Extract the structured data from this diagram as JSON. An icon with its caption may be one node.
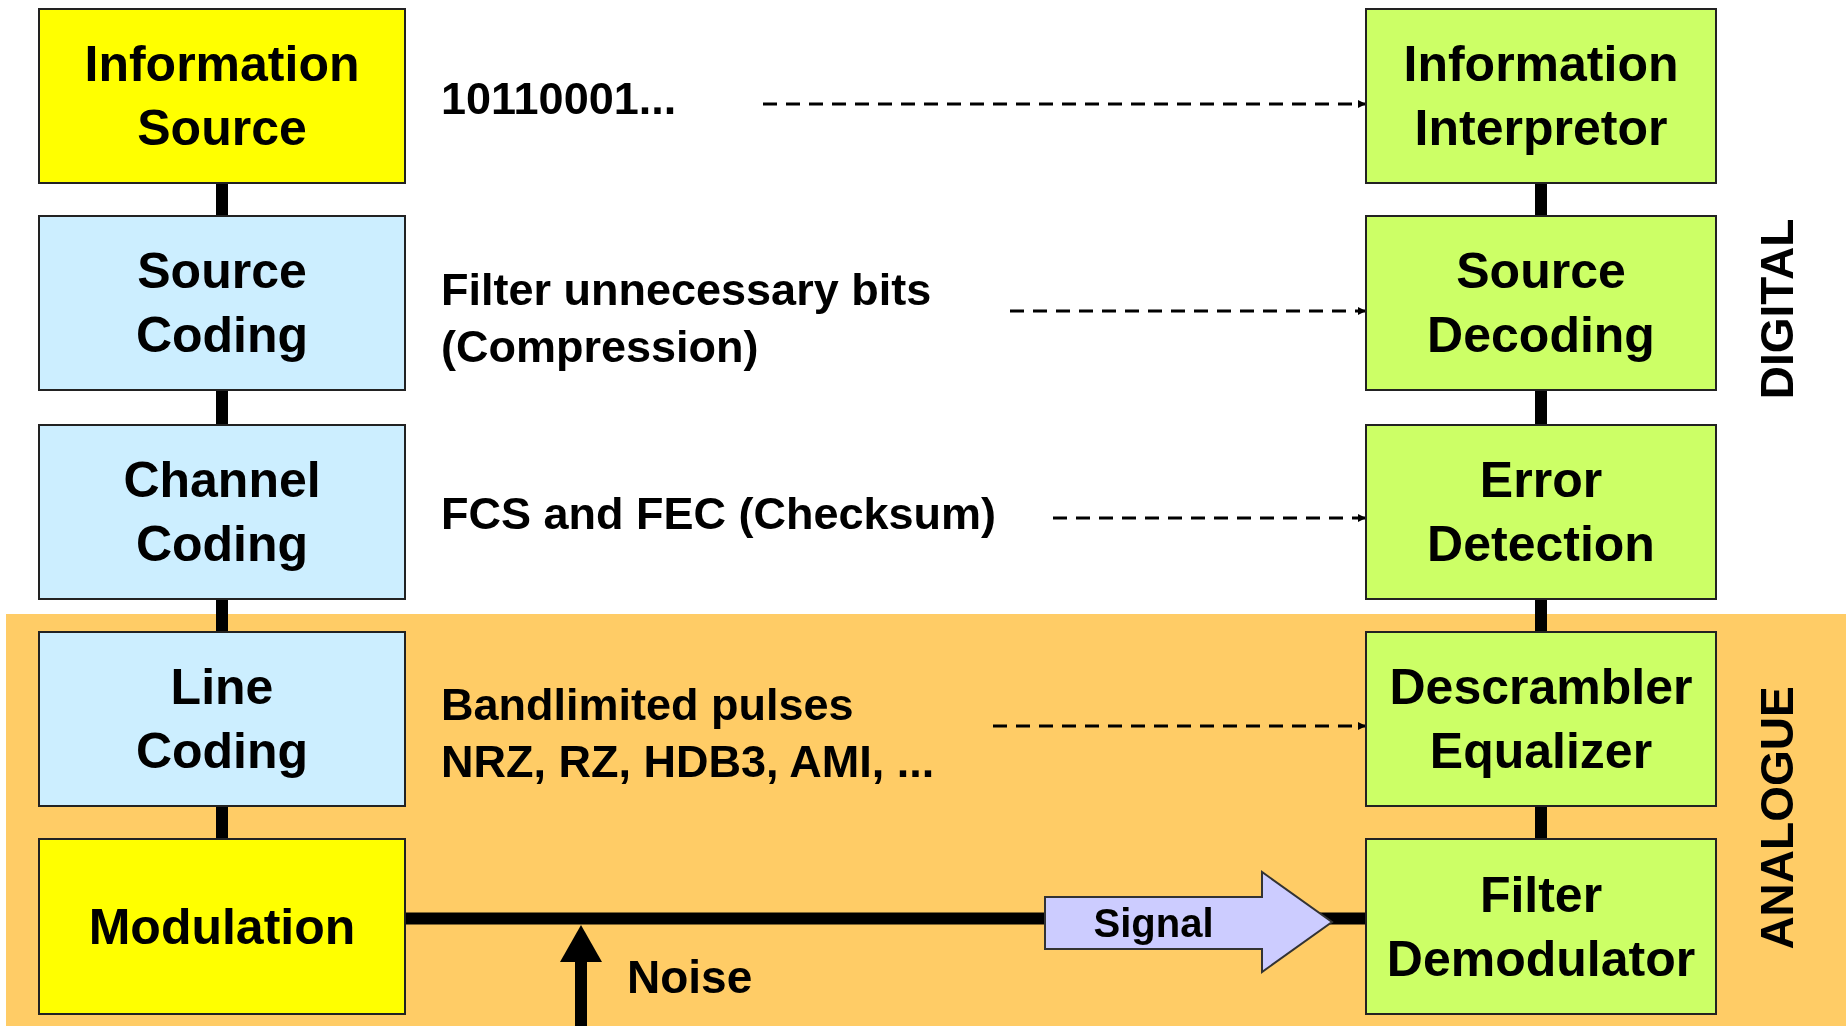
{
  "diagram": {
    "nodes": [
      {
        "text": [
          "Information Source"
        ]
      },
      {
        "text": [
          "Source Coding"
        ]
      },
      {
        "text": [
          "Channel Coding"
        ]
      },
      {
        "text": [
          "ANALOGUE"
        ]
      },
      {
        "text": [
          "Line Coding"
        ],
        "in": 3
      },
      {
        "text": [
          "Modulation"
        ],
        "in": 3
      },
      {
        "text": [
          "Information Interpretor"
        ]
      },
      {
        "text": [
          "Source Decoding"
        ]
      },
      {
        "text": [
          "Error Detection"
        ]
      },
      {
        "text": [
          "Descrambler Equalizer"
        ],
        "in": 3
      },
      {
        "text": [
          "Filter Demodulator"
        ],
        "in": 3
      },
      {
        "text": [
          "10110001..."
        ]
      },
      {
        "text": [
          "Filter unnecessary bits (Compression)"
        ]
      },
      {
        "text": [
          "FCS and FEC (Checksum)"
        ]
      },
      {
        "text": [
          "Bandlimited pulses",
          "NRZ, RZ, HDB3, AMI, ..."
        ],
        "in": 3
      }
    ],
    "edges": [
      {
        "from": 0,
        "to": 1,
        "arrow": "none"
      },
      {
        "from": 1,
        "to": 2,
        "arrow": "none"
      },
      {
        "from": 2,
        "to": 4,
        "arrow": "none"
      },
      {
        "from": 4,
        "to": 5,
        "arrow": "none"
      },
      {
        "from": 6,
        "to": 7,
        "arrow": "none"
      },
      {
        "from": 7,
        "to": 8,
        "arrow": "none"
      },
      {
        "from": 8,
        "to": 9,
        "arrow": "none"
      },
      {
        "from": 9,
        "to": 10,
        "arrow": "none"
      },
      {
        "from": 5,
        "to": 10,
        "arrow": "none"
      },
      {
        "from": 11,
        "to": 6,
        "arrow": "to",
        "style": "dashed"
      },
      {
        "from": 12,
        "to": 7,
        "arrow": "to",
        "style": "dashed"
      },
      {
        "from": 13,
        "to": 8,
        "arrow": "to",
        "style": "dashed"
      },
      {
        "from": 14,
        "to": 9,
        "arrow": "to",
        "style": "dashed"
      }
    ],
    "labels": [
      "DIGITAL",
      "Signal",
      "Noise"
    ]
  }
}
